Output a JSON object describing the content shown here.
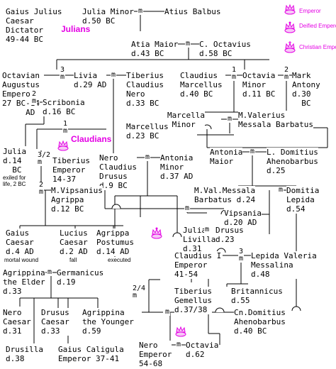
{
  "houses": {
    "julians": "Julians",
    "claudians": "Claudians"
  },
  "legend": {
    "emperor": "Emperor",
    "deified": "Deified Emperor",
    "christian": "Christian Emperor"
  },
  "colors": {
    "accent": "#e400e4",
    "line": "#000000"
  },
  "people": {
    "julius": "Gaius Julius\nCaesar\nDictator\n49-44 BC",
    "julia_minor": "Julia Minor\nd.50 BC",
    "atius": "Atius Balbus",
    "atia": "Atia Maior\nd.43 BC",
    "octavius": "C. Octavius\nd.58 BC",
    "octavian": "Octavian\nAugustus\nEmperor\n27 BC-14\n     AD",
    "livia": "Livia\nd.29 AD",
    "tiberius_nero": "Tiberius\nClaudius\nNero\nd.33 BC",
    "scribonia": "Scribonia\nd.16 BC",
    "marcellus_cl": "Claudius\nMarcellus\nd.40 BC",
    "octavia": "Octavia\nMinor\nd.11 BC",
    "antony": "Mark\nAntony\nd.30\n  BC",
    "marcella": "Marcella\n Minor",
    "messala_barbatus": "M.Valerius\nMessala Barbatus",
    "marcellus": "Marcellus\nd.23 BC",
    "julia": "Julia\nd.14\n  BC",
    "tiberius": "Tiberius\nEmperor\n14-37",
    "drusus_nero": "Nero\nClaudius\nDrusus\nd.9 BC",
    "antonia_minor": "Antonia\nMinor\nd.37 AD",
    "antonia_maior": "Antonia\nMaior",
    "ahenobarbus_l": "L. Domitius\nAhenobarbus\nd.25",
    "agrippa": "M.Vipsanius\nAgrippa\nd.12 BC",
    "mval_messala": "M.Val.Messala\nBarbatus d.24",
    "domitia": "Domitia\nLepida\nd.54",
    "vipsania": "Vipsania\nd.20 AD",
    "gaius_caesar": "Gaius\nCaesar\nd.4 AD",
    "lucius_caesar": "Lucius\nCaesar\nd.2 AD",
    "agrippa_postumus": "Agrippa\nPostumus\nd.14 AD",
    "julia_livilla": "Julia\nLivilla\nd.31",
    "drusus": "Drusus\nd.23",
    "claudius": "Claudius I\nEmperor\n41-54",
    "lepida_valeria": "Lepida Valeria\nMessalina\nd.48",
    "agrippina_elder": "Agrippina\nthe Elder\nd.33",
    "germanicus": "Germanicus\nd.19",
    "tib_gemellus": "Tiberius\nGemellus\nd.37/38",
    "britannicus": "Britannicus\nd.55",
    "nero_caesar": "Nero\nCaesar\nd.31",
    "drusus_caesar": "Drusus\nCaesar\nd.33",
    "agrippina_younger": "Agrippina\nthe Younger\nd.59",
    "cn_ahenobarbus": "Cn.Domitius\nAhenobarbus\nd.40 BC",
    "nero": "Nero\nEmperor\n54-68",
    "octavia_cl": "Octavia\nd.62",
    "drusilla": "Drusilla\nd.38",
    "caligula": "Gaius Caligula\nEmperor 37-41"
  },
  "notes": {
    "exiled": "exiled for\nlife, 2 BC",
    "mortal": "mortal wound",
    "fall": "fall",
    "executed": "executed"
  },
  "marriage_marks": {
    "m": "m",
    "m3": "3\nm",
    "m2": "2\nm",
    "m1": "1\nm",
    "m32": "3/2\nm",
    "m3b": "3\nm",
    "m24": "2/4\nm"
  }
}
